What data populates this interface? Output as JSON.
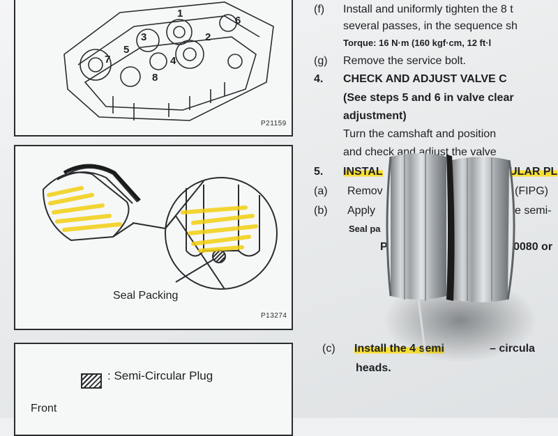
{
  "figures": {
    "top": {
      "code": "P21159",
      "callouts": [
        "1",
        "2",
        "3",
        "4",
        "5",
        "6",
        "7",
        "8"
      ]
    },
    "middle": {
      "code": "P13274",
      "caption": "Seal Packing"
    },
    "bottom": {
      "legend_label": ": Semi-Circular Plug",
      "front_label": "Front"
    }
  },
  "steps": {
    "f_letter": "(f)",
    "f_line1": "Install and uniformly tighten the 8 t",
    "f_line2": "several passes, in the sequence sh",
    "f_torque": "Torque: 16 N·m (160 kgf·cm, 12 ft·l",
    "g_letter": "(g)",
    "g_text": "Remove the service bolt.",
    "s4_num": "4.",
    "s4_title": "CHECK AND ADJUST VALVE C",
    "s4_sub1": "(See steps 5 and 6 in valve clear",
    "s4_sub2": "adjustment)",
    "s4_body1": "Turn the camshaft and position",
    "s4_body2": "and check and adjust the valve",
    "s5_num": "5.",
    "s5_title_a": "INSTAL",
    "s5_title_b": "ULAR PL",
    "a_letter": "(a)",
    "a_text_a": "Remov",
    "a_text_b": "(FIPG)",
    "b_letter": "(b)",
    "b_text_a": "Apply",
    "b_text_b": "e semi-",
    "seal_pa": "Seal pa",
    "part_a": "P",
    "part_b": "0080 or",
    "c_letter": "(c)",
    "c_text_a": "Install the 4 semi",
    "c_text_b": "– circula",
    "c_text_c": "heads."
  },
  "colors": {
    "highlight": "#f5d90f",
    "plug_metal": "#b9bdc0",
    "seal_black": "#1b1b1b"
  }
}
